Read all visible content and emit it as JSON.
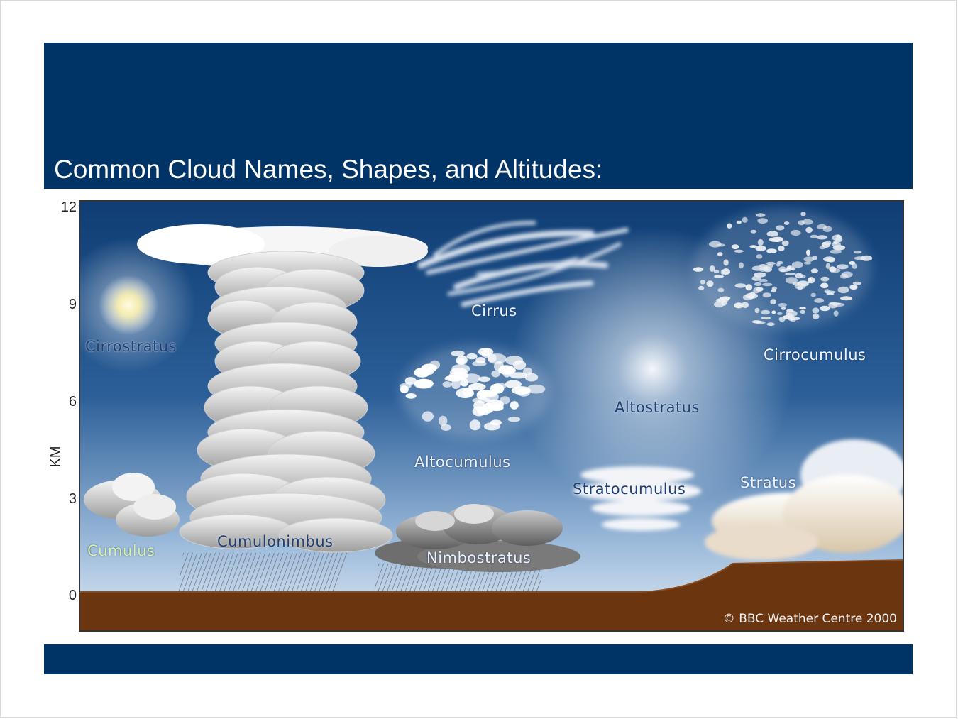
{
  "title": "Common Cloud Names, Shapes, and Altitudes:",
  "axis": {
    "unit": "KM",
    "ticks": [
      "12",
      "9",
      "6",
      "3",
      "0"
    ]
  },
  "clouds": {
    "cirrus": "Cirrus",
    "cirrostratus": "Cirrostratus",
    "cirrocumulus": "Cirrocumulus",
    "altocumulus": "Altocumulus",
    "altostratus": "Altostratus",
    "stratocumulus": "Stratocumulus",
    "stratus": "Stratus",
    "cumulus": "Cumulus",
    "cumulonimbus": "Cumulonimbus",
    "nimbostratus": "Nimbostratus"
  },
  "copyright": "© BBC Weather Centre 2000",
  "colors": {
    "banner": "#003466",
    "sky_top": "#0f3d74",
    "sky_bottom": "#dbe7f3",
    "ground": "#6b3510"
  }
}
